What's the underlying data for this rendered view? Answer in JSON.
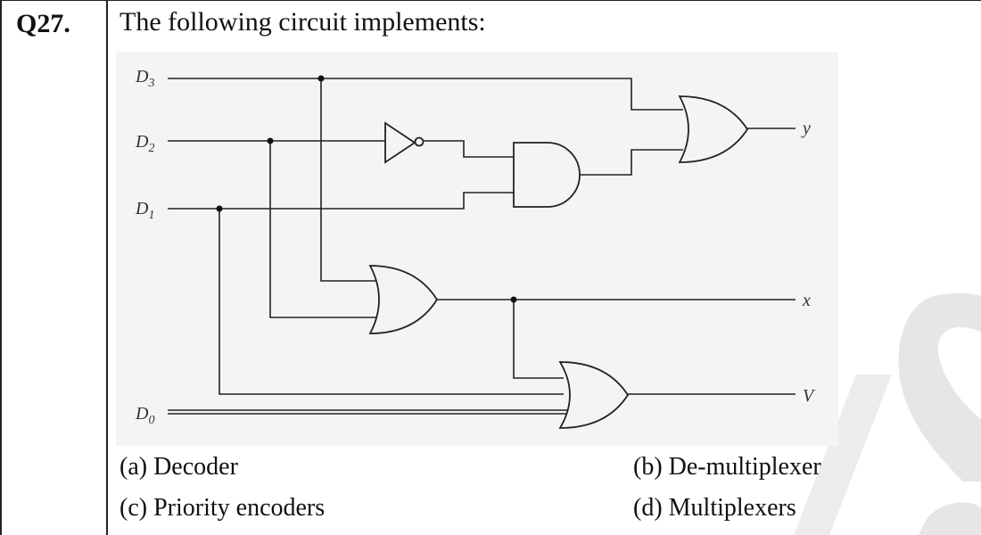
{
  "question": {
    "number": "Q27.",
    "text": "The following circuit implements:"
  },
  "circuit": {
    "inputs": [
      {
        "label": "D",
        "sub": "3"
      },
      {
        "label": "D",
        "sub": "2"
      },
      {
        "label": "D",
        "sub": "1"
      },
      {
        "label": "D",
        "sub": "0"
      }
    ],
    "outputs": [
      "y",
      "x",
      "V"
    ]
  },
  "options": [
    {
      "label": "(a) Decoder"
    },
    {
      "label": "(b) De-multiplexer"
    },
    {
      "label": "(c) Priority encoders"
    },
    {
      "label": "(d) Multiplexers"
    }
  ]
}
